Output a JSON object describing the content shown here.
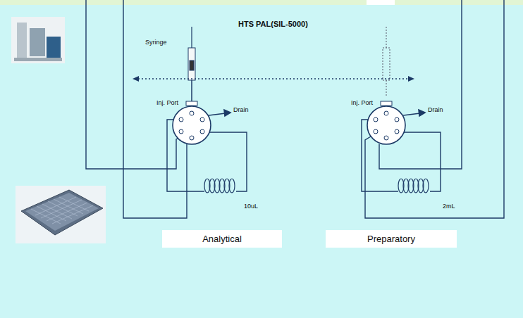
{
  "diagram": {
    "nodes": [
      {
        "text": [
          "Analytical"
        ]
      },
      {
        "text": [
          "Preparatory"
        ]
      }
    ],
    "labels": [
      "HTS PAL(SIL-5000)",
      "Syringe",
      "Inj. Port",
      "Drain",
      "10uL",
      "Inj. Port",
      "Drain",
      "2mL"
    ]
  }
}
